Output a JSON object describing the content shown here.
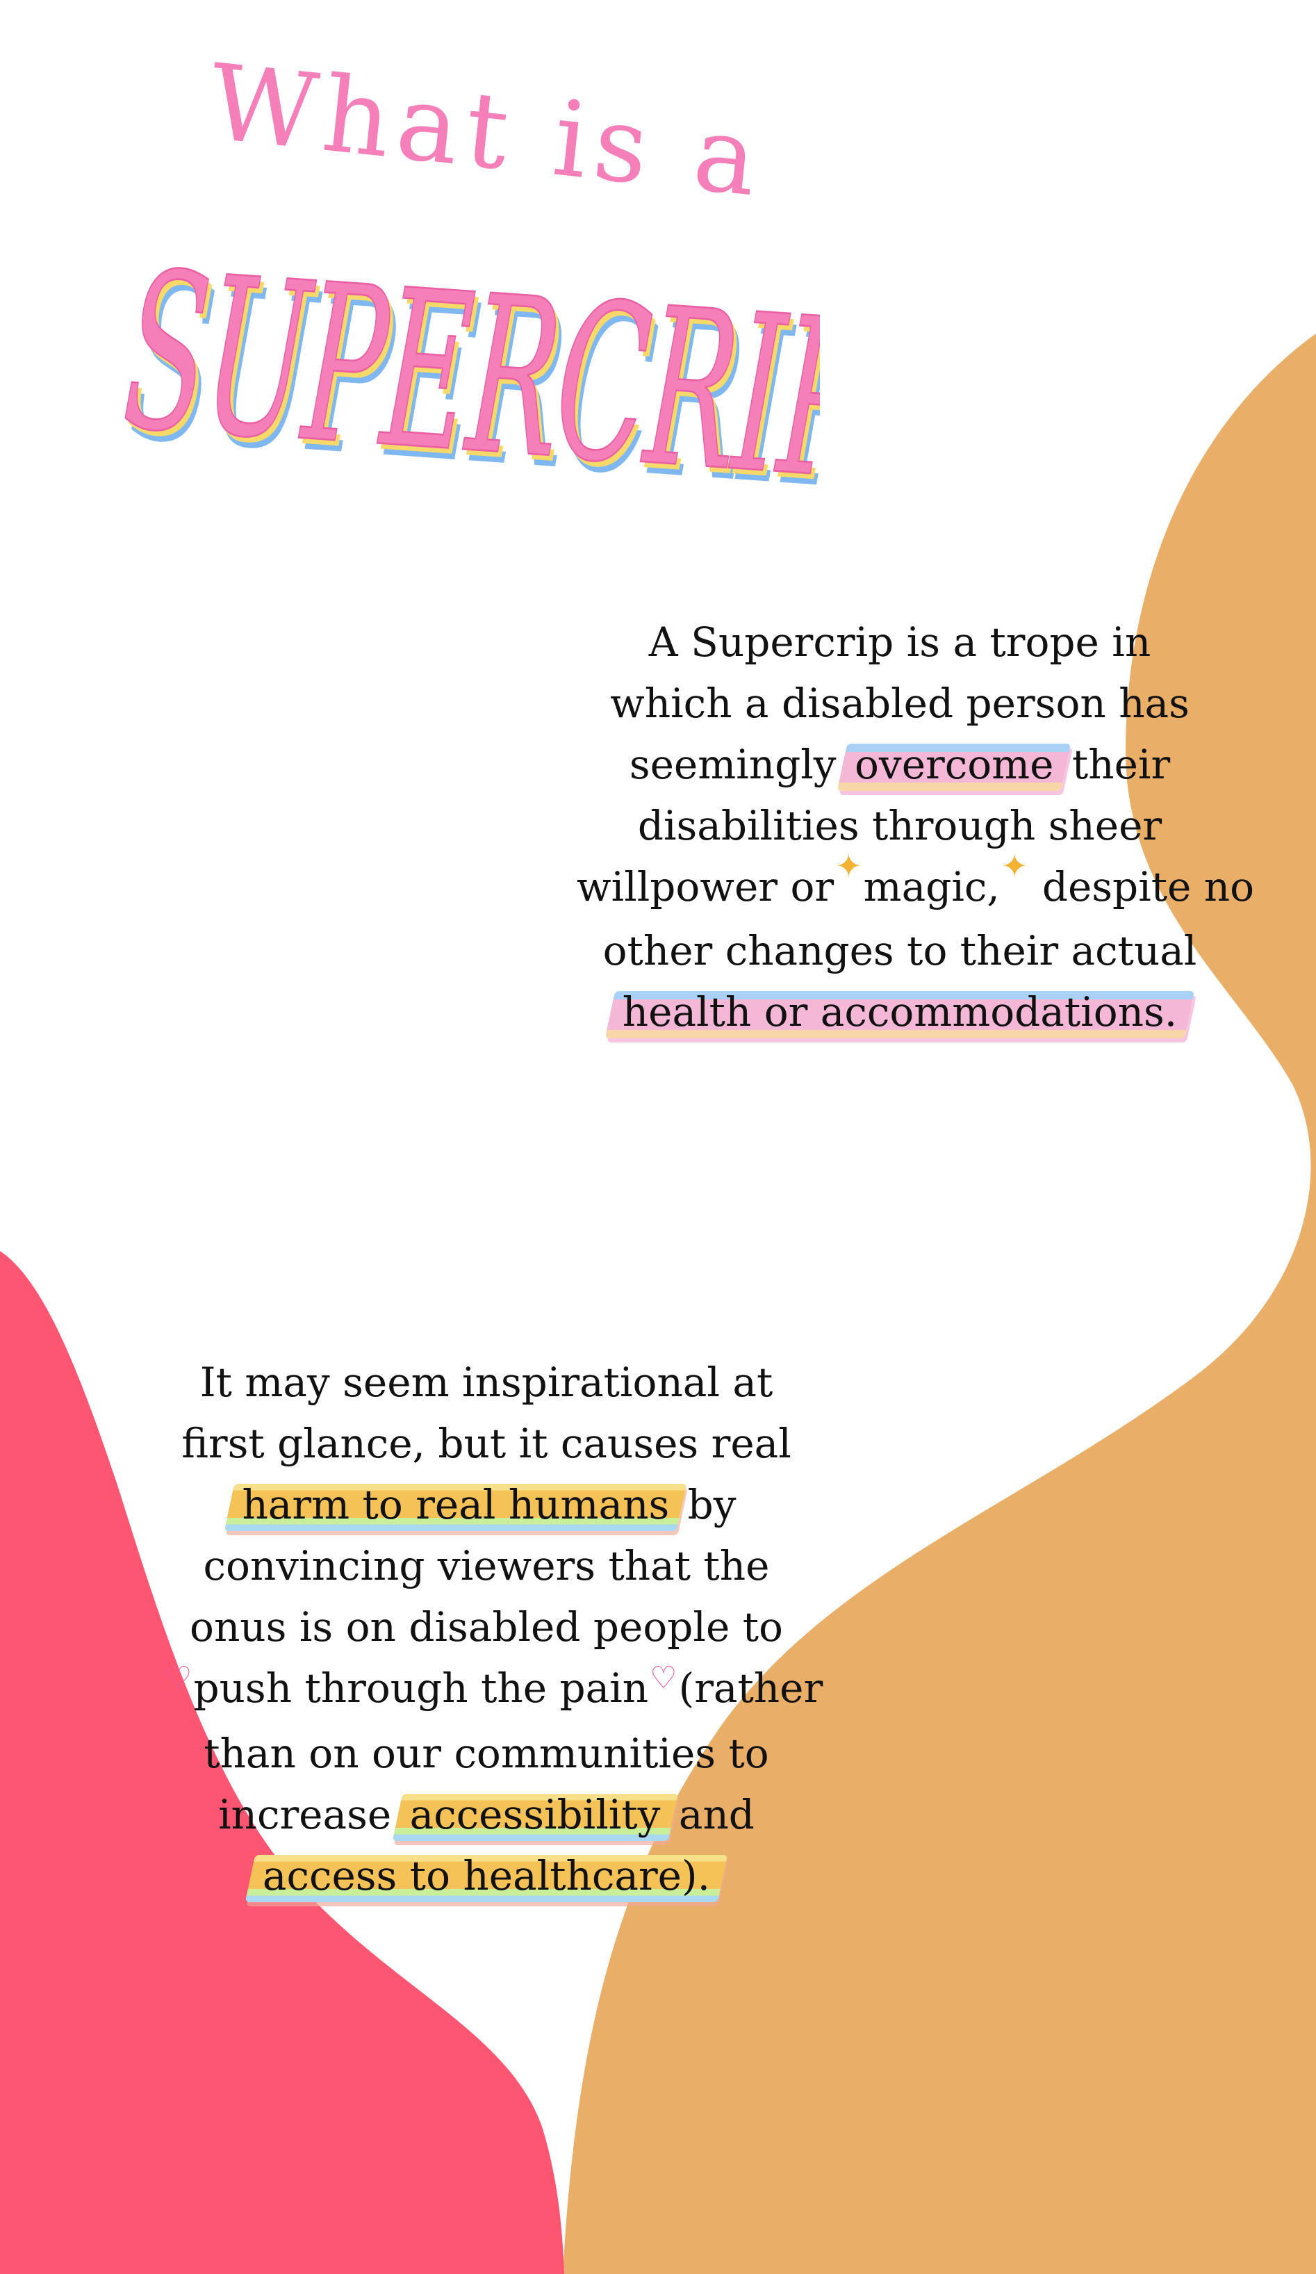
{
  "title": {
    "line1": "What is a",
    "word": "SUPERCRIP?"
  },
  "paragraph1": {
    "line1": "A Supercrip is a trope in",
    "line2": "which a disabled person has",
    "line3_pre": "seemingly",
    "line3_highlight": "overcome",
    "line3_post": "their",
    "line4": "disabilities through sheer",
    "line5_pre": "willpower or",
    "line5_highlight": "magic,",
    "line5_post": "despite no",
    "line6": "other changes to their actual",
    "line7_highlight": "health or accommodations."
  },
  "paragraph2": {
    "line1": "It may seem inspirational at",
    "line2": "first glance, but it causes real",
    "line3_highlight": "harm to real humans",
    "line3_post": "by",
    "line4": "convincing viewers that the",
    "line5": "onus is on disabled people to",
    "line6_highlight": "push through the pain",
    "line6_post": "(rather",
    "line7": "than on our communities to",
    "line8_pre": "increase",
    "line8_highlight": "accessibility",
    "line8_post": "and",
    "line9_highlight": "access to healthcare)."
  },
  "colors": {
    "background": "#ffffff",
    "blob_orange": "#e9ae67",
    "blob_red": "#fc5673",
    "title_pink": "#f57fb8",
    "highlight_pink": "#f5b7d6",
    "highlight_gold": "#f5c257",
    "sparkle": "#f3b233",
    "heart": "#ee5aa0"
  },
  "icons": {
    "sparkle": "✦",
    "heart": "♡"
  }
}
